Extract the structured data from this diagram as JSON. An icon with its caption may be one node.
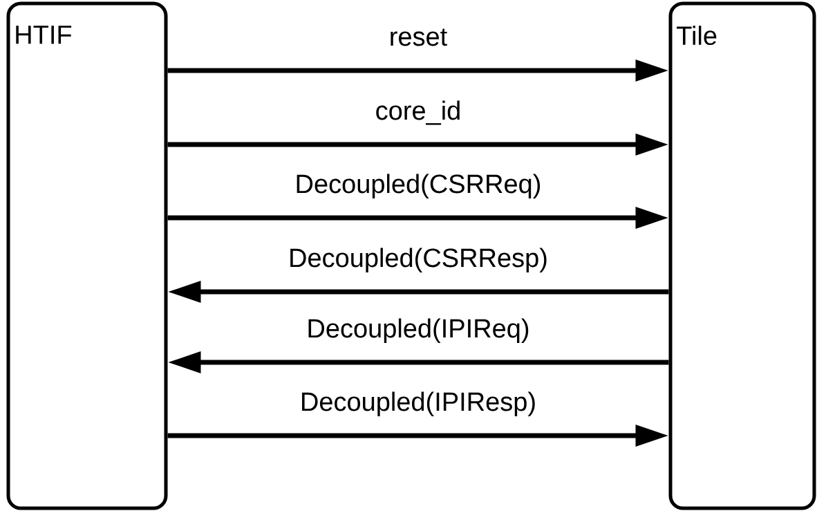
{
  "diagram": {
    "nodes": [
      {
        "text": [
          "HTIF"
        ]
      },
      {
        "text": [
          "Tile"
        ]
      }
    ],
    "edges": [
      {
        "from": 0,
        "to": 1,
        "arrow": "to",
        "label": "reset"
      },
      {
        "from": 0,
        "to": 1,
        "arrow": "to",
        "label": "core_id"
      },
      {
        "from": 0,
        "to": 1,
        "arrow": "to",
        "label": "Decoupled(CSRReq)"
      },
      {
        "from": 1,
        "to": 0,
        "arrow": "to",
        "label": "Decoupled(CSRResp)"
      },
      {
        "from": 1,
        "to": 0,
        "arrow": "to",
        "label": "Decoupled(IPIReq)"
      },
      {
        "from": 0,
        "to": 1,
        "arrow": "to",
        "label": "Decoupled(IPIResp)"
      }
    ]
  }
}
